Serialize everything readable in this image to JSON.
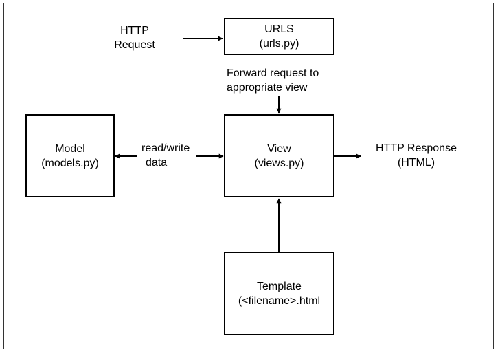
{
  "diagram": {
    "urls_box": {
      "line1": "URLS",
      "line2": "(urls.py)"
    },
    "view_box": {
      "line1": "View",
      "line2": "(views.py)"
    },
    "model_box": {
      "line1": "Model",
      "line2": "(models.py)"
    },
    "template_box": {
      "line1": "Template",
      "line2": "(<filename>.html"
    },
    "http_request": {
      "line1": "HTTP",
      "line2": "Request"
    },
    "forward_label": {
      "line1": "Forward request to",
      "line2": "appropriate view"
    },
    "readwrite_label": {
      "line1": "read/write",
      "line2": "data"
    },
    "http_response": {
      "line1": "HTTP Response",
      "line2": "(HTML)"
    }
  }
}
